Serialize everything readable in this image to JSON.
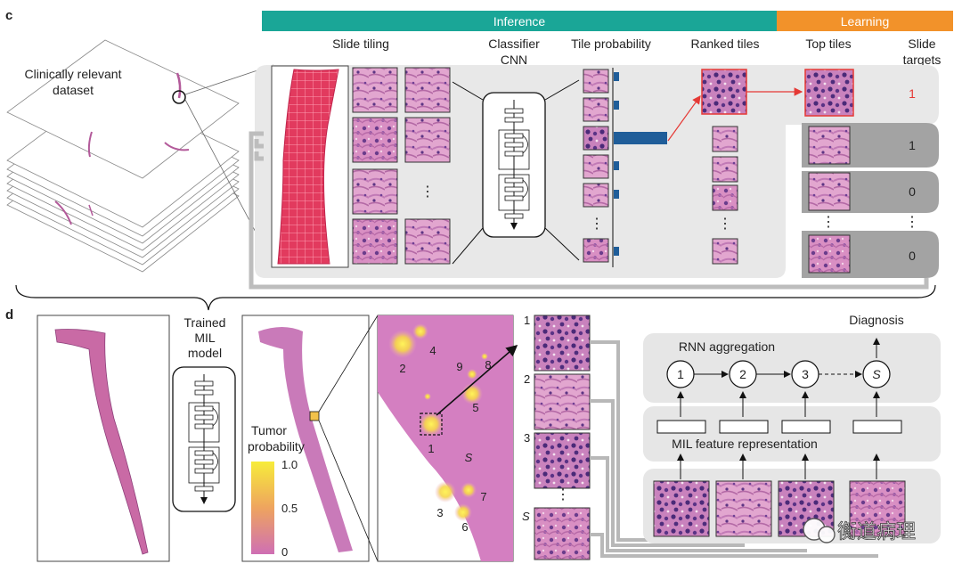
{
  "panel_c": {
    "letter": "c",
    "dataset_label_line1": "Clinically relevant",
    "dataset_label_line2": "dataset",
    "inference_label": "Inference",
    "learning_label": "Learning",
    "col_slide_tiling": "Slide tiling",
    "col_classifier_line1": "Classifier",
    "col_classifier_line2": "CNN",
    "col_tile_probability": "Tile probability",
    "col_ranked_tiles": "Ranked tiles",
    "col_top_tiles": "Top tiles",
    "col_slide_targets_line1": "Slide",
    "col_slide_targets_line2": "targets",
    "slide_targets": [
      "1",
      "1",
      "0",
      "0"
    ],
    "ellipsis": "⋮",
    "bar_values": [
      0.04,
      0.03,
      0.04,
      1.0,
      0.03,
      0.03,
      0.03,
      0.03
    ],
    "colors": {
      "inference": "#1aa697",
      "learning": "#f2922a",
      "highlight_red": "#e53935",
      "bar_blue": "#1f5d99",
      "tissue_pink": "#d86a9a"
    }
  },
  "panel_d": {
    "letter": "d",
    "trained_line1": "Trained",
    "trained_line2": "MIL",
    "trained_line3": "model",
    "tumor_line1": "Tumor",
    "tumor_line2": "probability",
    "scale_max": "1.0",
    "scale_mid": "0.5",
    "scale_min": "0",
    "spot_labels": [
      "1",
      "2",
      "3",
      "4",
      "5",
      "6",
      "7",
      "8",
      "9",
      "S"
    ],
    "tile_labels": [
      "1",
      "2",
      "3",
      "S"
    ],
    "diagnosis": "Diagnosis",
    "rnn_title": "RNN aggregation",
    "rnn_nodes": [
      "1",
      "2",
      "3",
      "S"
    ],
    "mil_feature": "MIL feature representation",
    "watermark": "衡道病理"
  }
}
